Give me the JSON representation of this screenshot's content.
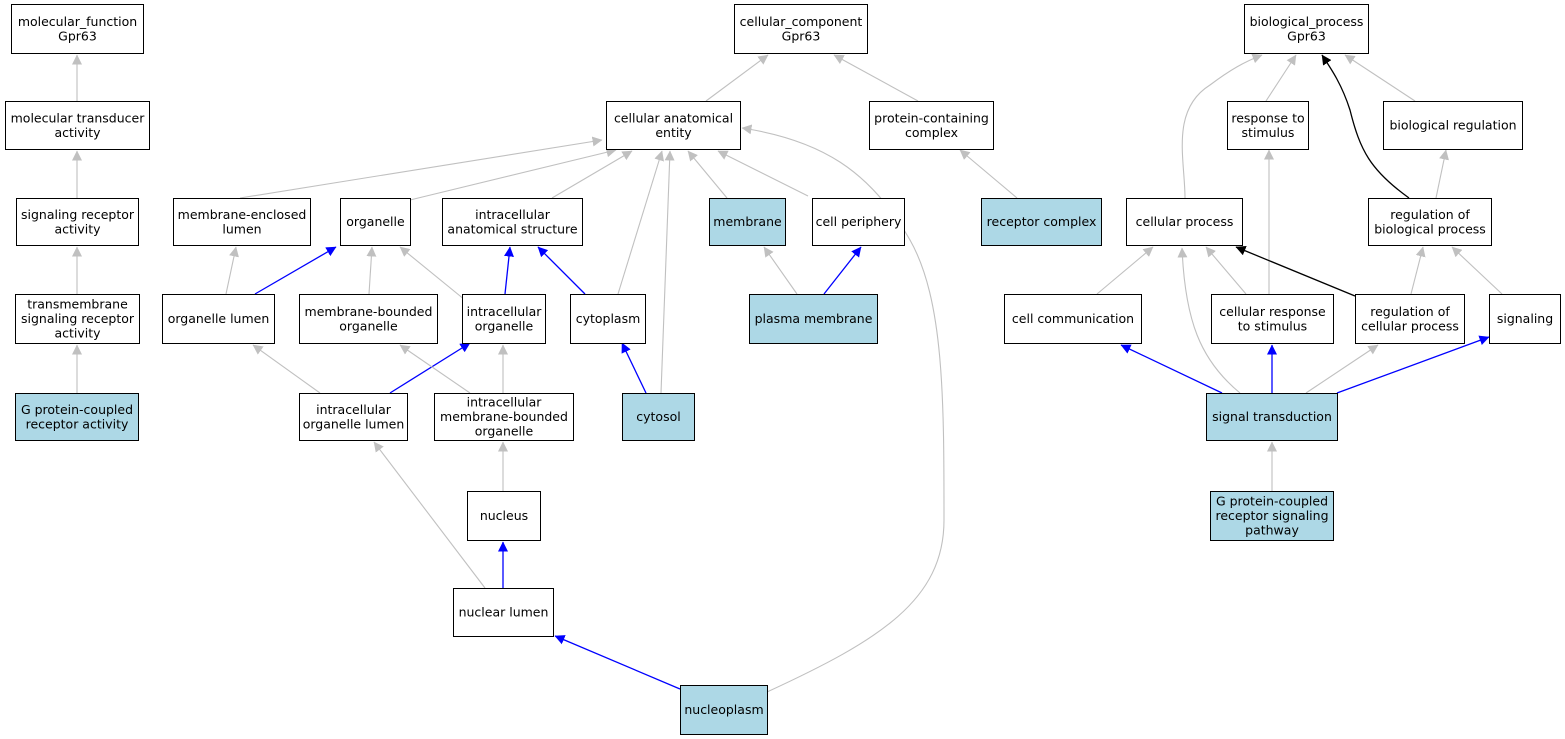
{
  "colors": {
    "highlight_fill": "#add8e6",
    "plain_fill": "#ffffff",
    "edge_gray": "#c0c0c0",
    "edge_blue": "#0000ff",
    "edge_black": "#000000"
  },
  "nodes": [
    {
      "id": "mf",
      "lines": [
        "molecular_function",
        "Gpr63"
      ],
      "highlight": false
    },
    {
      "id": "mta",
      "lines": [
        "molecular transducer",
        "activity"
      ],
      "highlight": false
    },
    {
      "id": "sra",
      "lines": [
        "signaling receptor",
        "activity"
      ],
      "highlight": false
    },
    {
      "id": "tsra",
      "lines": [
        "transmembrane",
        "signaling receptor",
        "activity"
      ],
      "highlight": false
    },
    {
      "id": "gpcra",
      "lines": [
        "G protein-coupled",
        "receptor activity"
      ],
      "highlight": true
    },
    {
      "id": "cc",
      "lines": [
        "cellular_component",
        "Gpr63"
      ],
      "highlight": false
    },
    {
      "id": "cae",
      "lines": [
        "cellular anatomical",
        "entity"
      ],
      "highlight": false
    },
    {
      "id": "pcc",
      "lines": [
        "protein-containing",
        "complex"
      ],
      "highlight": false
    },
    {
      "id": "mel",
      "lines": [
        "membrane-enclosed",
        "lumen"
      ],
      "highlight": false
    },
    {
      "id": "org",
      "lines": [
        "organelle"
      ],
      "highlight": false
    },
    {
      "id": "ias",
      "lines": [
        "intracellular",
        "anatomical structure"
      ],
      "highlight": false
    },
    {
      "id": "mem",
      "lines": [
        "membrane"
      ],
      "highlight": true
    },
    {
      "id": "cp",
      "lines": [
        "cell periphery"
      ],
      "highlight": false
    },
    {
      "id": "rc",
      "lines": [
        "receptor complex"
      ],
      "highlight": true
    },
    {
      "id": "ol",
      "lines": [
        "organelle lumen"
      ],
      "highlight": false
    },
    {
      "id": "mbo",
      "lines": [
        "membrane-bounded",
        "organelle"
      ],
      "highlight": false
    },
    {
      "id": "io",
      "lines": [
        "intracellular",
        "organelle"
      ],
      "highlight": false
    },
    {
      "id": "cyt",
      "lines": [
        "cytoplasm"
      ],
      "highlight": false
    },
    {
      "id": "pm",
      "lines": [
        "plasma membrane"
      ],
      "highlight": true
    },
    {
      "id": "iol",
      "lines": [
        "intracellular",
        "organelle lumen"
      ],
      "highlight": false
    },
    {
      "id": "imbo",
      "lines": [
        "intracellular",
        "membrane-bounded",
        "organelle"
      ],
      "highlight": false
    },
    {
      "id": "cytosol",
      "lines": [
        "cytosol"
      ],
      "highlight": true
    },
    {
      "id": "nuc",
      "lines": [
        "nucleus"
      ],
      "highlight": false
    },
    {
      "id": "nl",
      "lines": [
        "nuclear lumen"
      ],
      "highlight": false
    },
    {
      "id": "np",
      "lines": [
        "nucleoplasm"
      ],
      "highlight": true
    },
    {
      "id": "bp",
      "lines": [
        "biological_process",
        "Gpr63"
      ],
      "highlight": false
    },
    {
      "id": "rts",
      "lines": [
        "response to",
        "stimulus"
      ],
      "highlight": false
    },
    {
      "id": "br",
      "lines": [
        "biological regulation"
      ],
      "highlight": false
    },
    {
      "id": "cpr",
      "lines": [
        "cellular process"
      ],
      "highlight": false
    },
    {
      "id": "rbp",
      "lines": [
        "regulation of",
        "biological process"
      ],
      "highlight": false
    },
    {
      "id": "ccom",
      "lines": [
        "cell communication"
      ],
      "highlight": false
    },
    {
      "id": "crs",
      "lines": [
        "cellular response",
        "to stimulus"
      ],
      "highlight": false
    },
    {
      "id": "rcp",
      "lines": [
        "regulation of",
        "cellular process"
      ],
      "highlight": false
    },
    {
      "id": "sig",
      "lines": [
        "signaling"
      ],
      "highlight": false
    },
    {
      "id": "st",
      "lines": [
        "signal transduction"
      ],
      "highlight": true
    },
    {
      "id": "gpcrsp",
      "lines": [
        "G protein-coupled",
        "receptor signaling",
        "pathway"
      ],
      "highlight": true
    }
  ],
  "edges": [
    {
      "from": "mta",
      "to": "mf",
      "color": "gray"
    },
    {
      "from": "sra",
      "to": "mta",
      "color": "gray"
    },
    {
      "from": "tsra",
      "to": "sra",
      "color": "gray"
    },
    {
      "from": "gpcra",
      "to": "tsra",
      "color": "gray"
    },
    {
      "from": "cae",
      "to": "cc",
      "color": "gray"
    },
    {
      "from": "pcc",
      "to": "cc",
      "color": "gray"
    },
    {
      "from": "mel",
      "to": "cae",
      "color": "gray"
    },
    {
      "from": "org",
      "to": "cae",
      "color": "gray"
    },
    {
      "from": "ias",
      "to": "cae",
      "color": "gray"
    },
    {
      "from": "mem",
      "to": "cae",
      "color": "gray"
    },
    {
      "from": "cp",
      "to": "cae",
      "color": "gray"
    },
    {
      "from": "cyt",
      "to": "cae",
      "color": "gray"
    },
    {
      "from": "cytosol",
      "to": "cae",
      "color": "gray"
    },
    {
      "from": "np",
      "to": "cae",
      "color": "gray"
    },
    {
      "from": "rc",
      "to": "pcc",
      "color": "gray"
    },
    {
      "from": "ol",
      "to": "mel",
      "color": "gray"
    },
    {
      "from": "ol",
      "to": "org",
      "color": "blue"
    },
    {
      "from": "mbo",
      "to": "org",
      "color": "gray"
    },
    {
      "from": "io",
      "to": "org",
      "color": "gray"
    },
    {
      "from": "io",
      "to": "ias",
      "color": "blue"
    },
    {
      "from": "cyt",
      "to": "ias",
      "color": "blue"
    },
    {
      "from": "pm",
      "to": "mem",
      "color": "gray"
    },
    {
      "from": "pm",
      "to": "cp",
      "color": "blue"
    },
    {
      "from": "iol",
      "to": "ol",
      "color": "gray"
    },
    {
      "from": "iol",
      "to": "io",
      "color": "blue"
    },
    {
      "from": "imbo",
      "to": "mbo",
      "color": "gray"
    },
    {
      "from": "imbo",
      "to": "io",
      "color": "gray"
    },
    {
      "from": "cytosol",
      "to": "cyt",
      "color": "blue"
    },
    {
      "from": "nuc",
      "to": "imbo",
      "color": "gray"
    },
    {
      "from": "nl",
      "to": "iol",
      "color": "gray"
    },
    {
      "from": "nl",
      "to": "nuc",
      "color": "blue"
    },
    {
      "from": "np",
      "to": "nl",
      "color": "blue"
    },
    {
      "from": "rts",
      "to": "bp",
      "color": "gray"
    },
    {
      "from": "br",
      "to": "bp",
      "color": "gray"
    },
    {
      "from": "cpr",
      "to": "bp",
      "color": "gray"
    },
    {
      "from": "rbp",
      "to": "bp",
      "color": "black"
    },
    {
      "from": "rbp",
      "to": "br",
      "color": "gray"
    },
    {
      "from": "ccom",
      "to": "cpr",
      "color": "gray"
    },
    {
      "from": "crs",
      "to": "cpr",
      "color": "gray"
    },
    {
      "from": "crs",
      "to": "rts",
      "color": "gray"
    },
    {
      "from": "rcp",
      "to": "cpr",
      "color": "black"
    },
    {
      "from": "rcp",
      "to": "rbp",
      "color": "gray"
    },
    {
      "from": "sig",
      "to": "rbp",
      "color": "gray"
    },
    {
      "from": "st",
      "to": "cpr",
      "color": "gray"
    },
    {
      "from": "st",
      "to": "ccom",
      "color": "blue"
    },
    {
      "from": "st",
      "to": "crs",
      "color": "blue"
    },
    {
      "from": "st",
      "to": "rcp",
      "color": "gray"
    },
    {
      "from": "st",
      "to": "sig",
      "color": "blue"
    },
    {
      "from": "gpcrsp",
      "to": "st",
      "color": "gray"
    }
  ]
}
